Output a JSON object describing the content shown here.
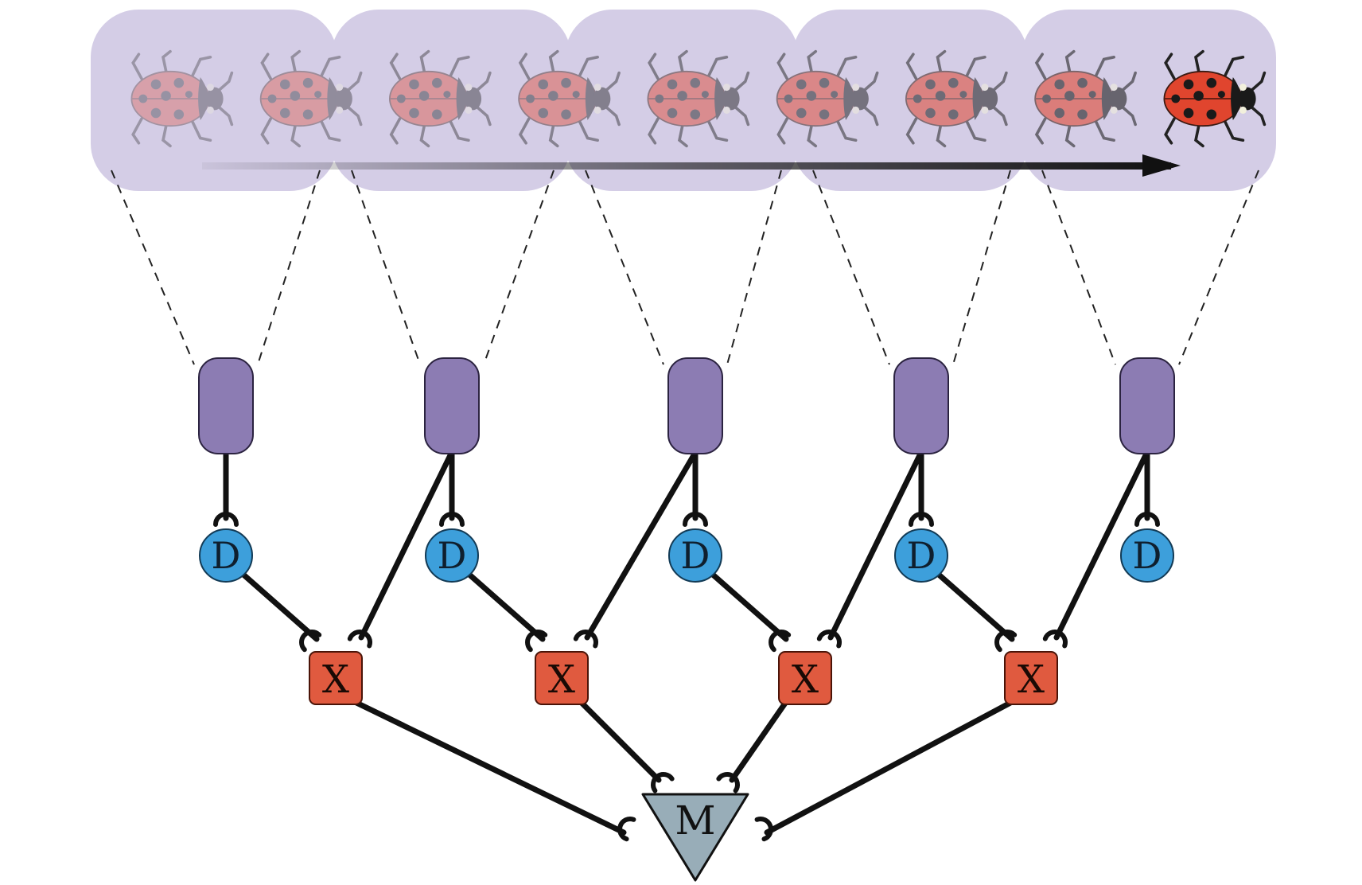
{
  "diagram": {
    "frame_count": 9,
    "colors": {
      "background": "#ffffff",
      "frame_band": "#d4cde6",
      "detector_node": "#8c7cb3",
      "detector_node_border": "#2b2340",
      "d_node": "#3d9fdb",
      "x_node": "#e05a3f",
      "m_node": "#98adb8",
      "edge": "#111111",
      "ladybug_body": "#e0452e",
      "ladybug_spots": "#1a1a1a"
    },
    "icons": {
      "frame_subject": "ladybug-icon",
      "motion_arrow": "arrow-right-icon"
    },
    "nodes": {
      "detectors": [
        {
          "label": ""
        },
        {
          "label": ""
        },
        {
          "label": ""
        },
        {
          "label": ""
        },
        {
          "label": ""
        }
      ],
      "delays": [
        {
          "label": "D"
        },
        {
          "label": "D"
        },
        {
          "label": "D"
        },
        {
          "label": "D"
        },
        {
          "label": "D"
        }
      ],
      "multipliers": [
        {
          "label": "X"
        },
        {
          "label": "X"
        },
        {
          "label": "X"
        },
        {
          "label": "X"
        }
      ],
      "merge": {
        "label": "M"
      }
    }
  }
}
